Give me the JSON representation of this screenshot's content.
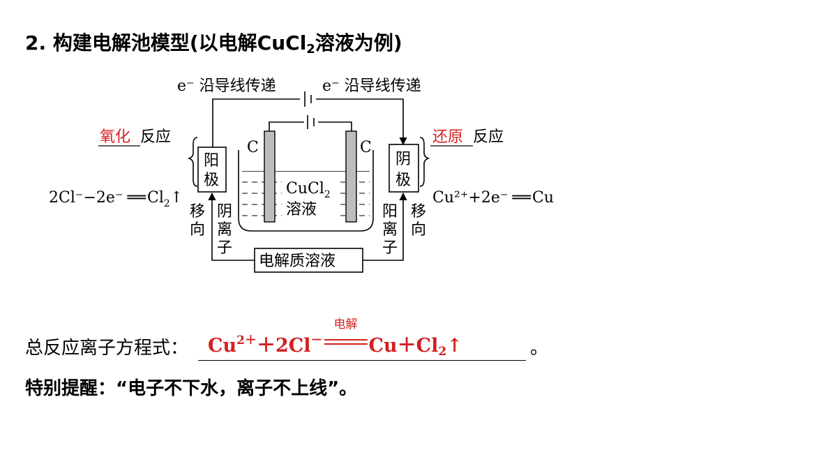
{
  "title": {
    "main": "2. 构建电解池模型(以电解CuCl",
    "sub": "2",
    "tail": "溶液为例)"
  },
  "diagram": {
    "flow_left": "e⁻ 沿导线传递",
    "flow_right": "e⁻ 沿导线传递",
    "anode_reaction_type": {
      "blank": "氧化",
      "suffix": "反应"
    },
    "cathode_reaction_type": {
      "blank": "还原",
      "suffix": "反应"
    },
    "anode_box": [
      "阳",
      "极"
    ],
    "cathode_box": [
      "阴",
      "极"
    ],
    "electrode_label_left": "C",
    "electrode_label_right": "C",
    "solution_label": {
      "formula": "CuCl",
      "sub": "2",
      "line2": "溶液"
    },
    "anode_equation": {
      "lhs": "2Cl⁻−2e⁻",
      "eq": "══",
      "rhs": "Cl",
      "sub": "2",
      "arrow": "↑"
    },
    "cathode_equation": {
      "lhs": "Cu²⁺+2e⁻",
      "eq": "══",
      "rhs": "Cu"
    },
    "migrate_left": [
      "移",
      "向"
    ],
    "anion_label": [
      "阴",
      "离",
      "子"
    ],
    "cation_label": [
      "阳",
      "离",
      "子"
    ],
    "migrate_right": [
      "移",
      "向"
    ],
    "electrolyte_box": "电解质溶液"
  },
  "total_equation": {
    "label": "总反应离子方程式：",
    "cu": "Cu",
    "cu_charge": "2＋",
    "plus1": "＋",
    "cl": "2Cl",
    "cl_charge": "－",
    "condition": "电解",
    "rhs_cu": "Cu",
    "plus2": "＋",
    "rhs_cl": "Cl",
    "rhs_sub": "2",
    "rhs_arrow": "↑",
    "end": "。"
  },
  "reminder": "特别提醒：“电子不下水，离子不上线”。"
}
